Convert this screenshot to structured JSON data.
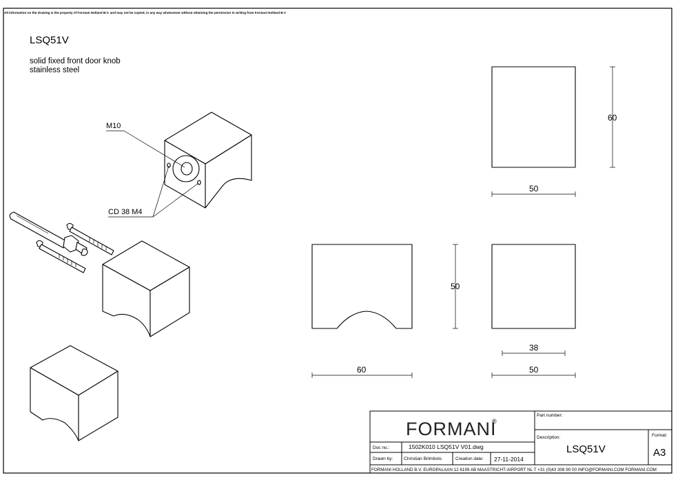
{
  "sheet": {
    "disclaimer": "All information on the drawing is the property of Formani Holland B.V. and may not be copied, in any way whatsoever without obtaining the permission in writing from Formani Holland B.V",
    "model": "LSQ51V",
    "description_line1": "solid fixed front door knob",
    "description_line2": "stainless steel"
  },
  "callouts": {
    "thread": "M10",
    "screws": "CD 38  M4"
  },
  "dimensions": {
    "top_view_height": "60",
    "top_view_width": "50",
    "front_view_width": "60",
    "front_view_height": "50",
    "side_view_width": "50",
    "side_view_inner": "38"
  },
  "title_block": {
    "brand": "FORMANI",
    "brand_mark": "®",
    "part_number_label": "Part number:",
    "doc_no_label": "Doc no.:",
    "doc_no": "1502K010 LSQ51V V01.dwg",
    "drawn_by_label": "Drawn by:",
    "drawn_by": "Christian Brimbols",
    "creation_date_label": "Creation date:",
    "creation_date": "27-11-2014",
    "description_label": "Description:",
    "description": "LSQ51V",
    "format_label": "Format:",
    "format": "A3",
    "footer": "FORMANI HOLLAND B.V.  EUROPALAAN 12  6199 AB MAASTRICHT-AIRPORT NL  T +31 (0)43 308 90 00 INFO@FORMANI.COM FORMANI.COM"
  }
}
